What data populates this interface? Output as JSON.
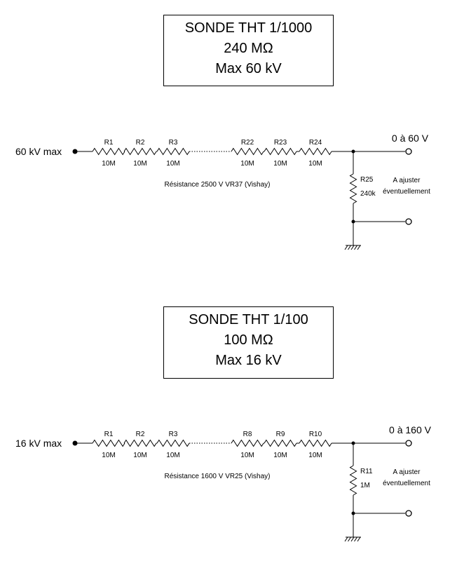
{
  "probes": [
    {
      "title": {
        "line1": "SONDE THT 1/1000",
        "line2": "240 MΩ",
        "line3": "Max 60 kV"
      },
      "input_label": "60 kV max",
      "output_label": "0 à 60 V",
      "series_resistors": [
        {
          "ref": "R1",
          "value": "10M"
        },
        {
          "ref": "R2",
          "value": "10M"
        },
        {
          "ref": "R3",
          "value": "10M"
        },
        {
          "ref": "R22",
          "value": "10M"
        },
        {
          "ref": "R23",
          "value": "10M"
        },
        {
          "ref": "R24",
          "value": "10M"
        }
      ],
      "shunt_resistor": {
        "ref": "R25",
        "value": "240k"
      },
      "resistor_note": "Résistance 2500 V VR37 (Vishay)",
      "adjust_note": {
        "line1": "A ajuster",
        "line2": "éventuellement"
      }
    },
    {
      "title": {
        "line1": "SONDE THT 1/100",
        "line2": "100 MΩ",
        "line3": "Max 16 kV"
      },
      "input_label": "16 kV max",
      "output_label": "0 à 160 V",
      "series_resistors": [
        {
          "ref": "R1",
          "value": "10M"
        },
        {
          "ref": "R2",
          "value": "10M"
        },
        {
          "ref": "R3",
          "value": "10M"
        },
        {
          "ref": "R8",
          "value": "10M"
        },
        {
          "ref": "R9",
          "value": "10M"
        },
        {
          "ref": "R10",
          "value": "10M"
        }
      ],
      "shunt_resistor": {
        "ref": "R11",
        "value": "1M"
      },
      "resistor_note": "Résistance 1600 V VR25 (Vishay)",
      "adjust_note": {
        "line1": "A ajuster",
        "line2": "éventuellement"
      }
    }
  ]
}
